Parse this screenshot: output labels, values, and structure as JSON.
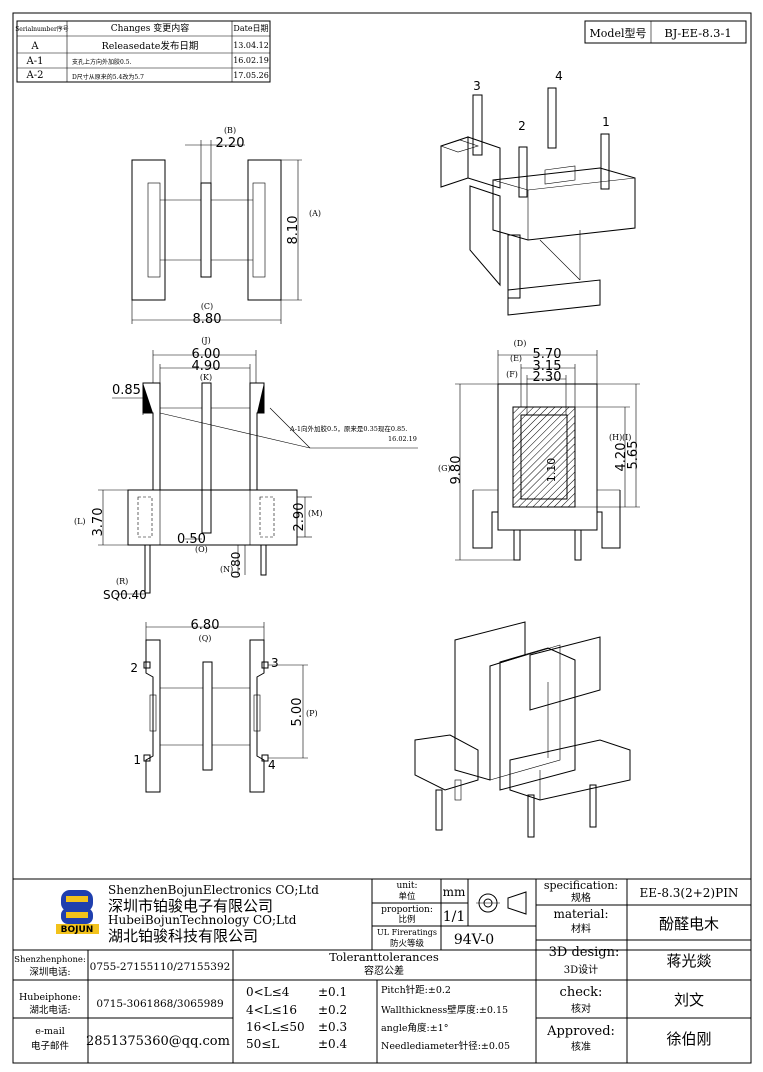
{
  "revision_table": {
    "headers": {
      "serial": "Serialnumber序号",
      "changes": "Changes 变更内容",
      "date": "Date日期"
    },
    "rows": [
      {
        "serial": "A",
        "change": "Releasedate发布日期",
        "date": "13.04.12"
      },
      {
        "serial": "A-1",
        "change": "支孔上方向外加胶0.5.",
        "date": "16.02.19"
      },
      {
        "serial": "A-2",
        "change": "D尺寸从原来的5.4改为5.7",
        "date": "17.05.26"
      }
    ]
  },
  "model": {
    "label": "Model型号",
    "value": "BJ-EE-8.3-1"
  },
  "dimensions": {
    "B_val": "2.20",
    "B_lbl": "(B)",
    "A_val": "8.10",
    "A_lbl": "(A)",
    "C_val": "8.80",
    "C_lbl": "(C)",
    "J_val": "6.00",
    "J_lbl": "(J)",
    "K_val": "4.90",
    "K_lbl": "(K)",
    "angle_val": "0.85",
    "L_val": "3.70",
    "L_lbl": "(L)",
    "M_val": "2.90",
    "M_lbl": "(M)",
    "O_val": "0.50",
    "O_lbl": "(O)",
    "N_val": "0.80",
    "N_lbl": "(N)",
    "R_lbl": "(R)",
    "R_val": "SQ0.40",
    "D_lbl": "(D)",
    "D_val": "5.70",
    "E_lbl": "(E)",
    "E_val": "3.15",
    "F_lbl": "(F)",
    "F_val": "2.30",
    "H_lbl": "(H)",
    "H_val": "4.20",
    "I_lbl": "(I)",
    "I_val": "5.65",
    "G_lbl": "(G)",
    "G_val": "9.80",
    "wall_val": "1.10",
    "Q_val": "6.80",
    "Q_lbl": "(Q)",
    "P_val": "5.00",
    "P_lbl": "(P)"
  },
  "note": {
    "line1": "A-1向外加胶0.5，原来是0.35现在0.85.",
    "line2": "16.02.19"
  },
  "pins": {
    "p1": "1",
    "p2": "2",
    "p3": "3",
    "p4": "4"
  },
  "company": {
    "en1": "ShenzhenBojunElectronics CO;Ltd",
    "cn1": "深圳市铂骏电子有限公司",
    "en2": "HubeiBojunTechnology CO;Ltd",
    "cn2": "湖北铂骏科技有限公司",
    "logo_text": "BOJUN"
  },
  "contacts": [
    {
      "label_en": "Shenzhenphone:",
      "label_cn": "深圳电话:",
      "value": "0755-27155110/27155392"
    },
    {
      "label_en": "Hubeiphone:",
      "label_cn": "湖北电话:",
      "value": "0715-3061868/3065989"
    },
    {
      "label_en": "e-mail",
      "label_cn": "电子邮件",
      "value": "2851375360@qq.com"
    }
  ],
  "unit": {
    "label_en": "unit:",
    "label_cn": "单位",
    "value": "mm"
  },
  "proportion": {
    "label_en": "proportion:",
    "label_cn": "比例",
    "value": "1/1"
  },
  "ul": {
    "label_en": "UL Fireratings",
    "label_cn": "防火等级",
    "value": "94V-0"
  },
  "tolerances": {
    "title_en": "Toleranttolerances",
    "title_cn": "容忍公差",
    "rows": [
      {
        "range": "0<L≤4",
        "tol": "±0.1"
      },
      {
        "range": "4<L≤16",
        "tol": "±0.2"
      },
      {
        "range": "16<L≤50",
        "tol": "±0.3"
      },
      {
        "range": "50≤L",
        "tol": "±0.4"
      }
    ],
    "pitch": "Pitch针距:±0.2",
    "wall": "Wallthickness壁厚度:±0.15",
    "angle": "angle角度:±1°",
    "needle": "Needlediameter针径:±0.05"
  },
  "specs": [
    {
      "label_en": "specification:",
      "label_cn": "规格",
      "value": "EE-8.3(2+2)PIN"
    },
    {
      "label_en": "material:",
      "label_cn": "材料",
      "value": "酚醛电木"
    },
    {
      "label_en": "3D design:",
      "label_cn": "3D设计",
      "value": "蒋光燚"
    },
    {
      "label_en": "check:",
      "label_cn": "核对",
      "value": "刘文"
    },
    {
      "label_en": "Approved:",
      "label_cn": "核准",
      "value": "徐伯刚"
    }
  ],
  "colors": {
    "logo_blue": "#1f3fae",
    "logo_yellow": "#f2c21b"
  }
}
